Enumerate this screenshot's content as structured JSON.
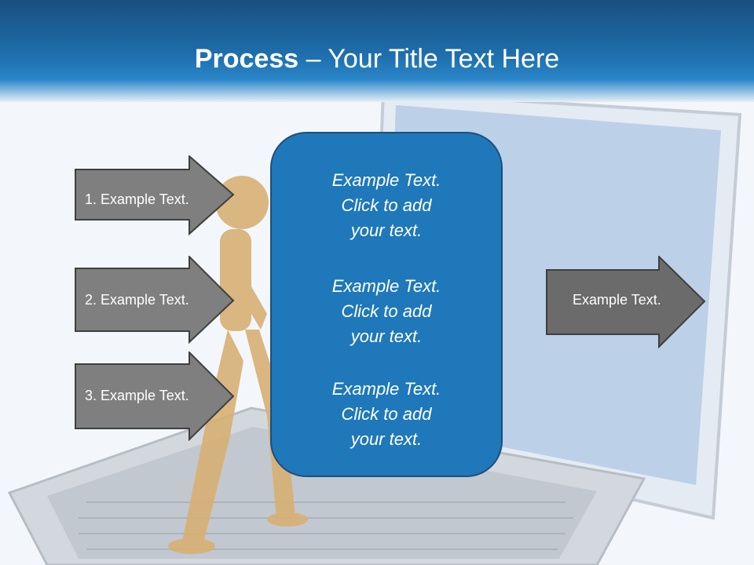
{
  "slide": {
    "title_bold": "Process",
    "title_rest": " – Your Title Text Here"
  },
  "left_arrows": [
    {
      "label": "1. Example Text."
    },
    {
      "label": "2. Example Text."
    },
    {
      "label": "3. Example Text."
    }
  ],
  "center_box": {
    "items": [
      {
        "line1": "Example Text.",
        "line2": "Click  to add",
        "line3": "your text."
      },
      {
        "line1": "Example Text.",
        "line2": "Click  to add",
        "line3": "your text."
      },
      {
        "line1": "Example Text.",
        "line2": "Click  to add",
        "line3": "your text."
      }
    ]
  },
  "right_arrow": {
    "label": "Example Text."
  },
  "colors": {
    "header_dark": "#1a4e80",
    "header_light": "#2a86c8",
    "center_fill": "#1f78b9",
    "arrow_fill": "#7f7f7f",
    "arrow_dark_fill": "#6b6b6b"
  },
  "icons": {
    "background": "laptop-with-golden-figure-illustration"
  }
}
